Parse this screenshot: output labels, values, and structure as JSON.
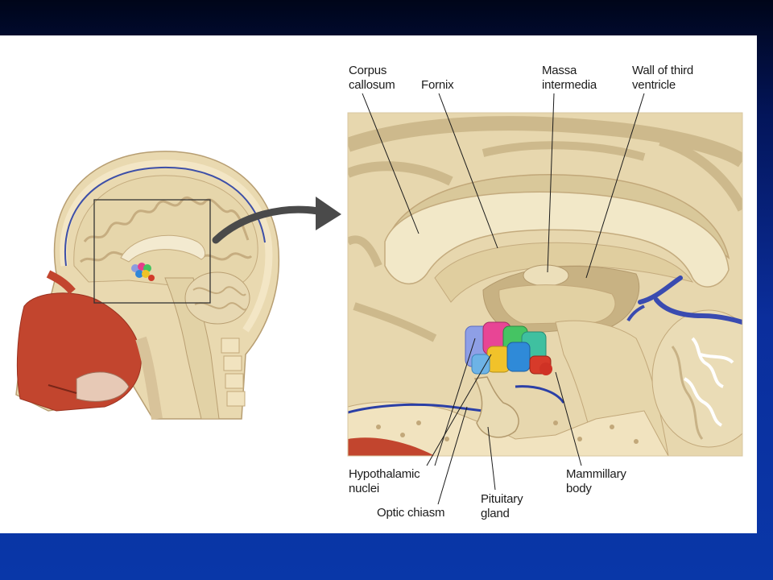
{
  "colors": {
    "slide_bg": "#0b2e9c",
    "panel": "#ffffff",
    "brain_tissue": "#e5d6ae",
    "gyri_dark": "#cdb98c",
    "skin": "#c0462f",
    "vessel": "#3a4bb0",
    "bone": "#f1e3bf"
  },
  "labels": {
    "corpus_callosum": "Corpus\ncallosum",
    "fornix": "Fornix",
    "massa_intermedia": "Massa\nintermedia",
    "wall_third_ventricle": "Wall of third\nventricle",
    "hypothalamic_nuclei": "Hypothalamic\nnuclei",
    "optic_chiasm": "Optic chiasm",
    "pituitary_gland": "Pituitary\ngland",
    "mammillary_body": "Mammillary\nbody"
  }
}
